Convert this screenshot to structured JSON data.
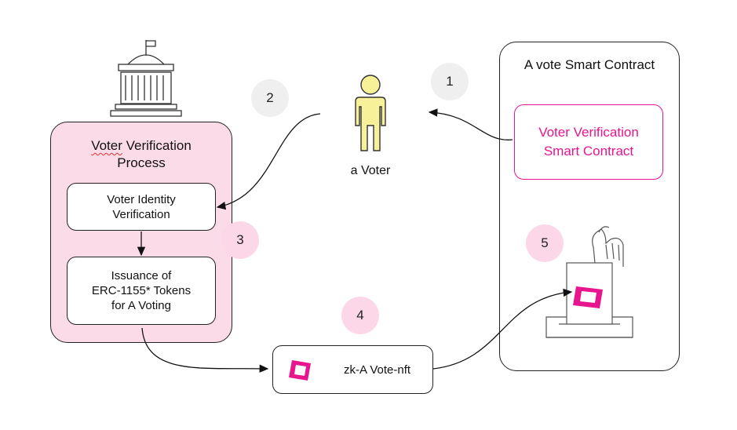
{
  "process_panel": {
    "title_word1": "Voter",
    "title_rest_line1": " Verification",
    "title_line2": "Process"
  },
  "identity_box": {
    "line1": "Voter Identity",
    "line2": "Verification"
  },
  "issuance_box": {
    "line1": "Issuance of",
    "line2": "ERC-1155* Tokens",
    "line3": "for A Voting"
  },
  "voter": {
    "label": "a Voter"
  },
  "contract_panel": {
    "title": "A vote Smart Contract"
  },
  "verification_contract": {
    "line1": "Voter Verification",
    "line2": "Smart Contract"
  },
  "nft_box": {
    "label": "zk-A Vote-nft"
  },
  "steps": [
    "1",
    "2",
    "3",
    "4",
    "5"
  ],
  "colors": {
    "accent_pink": "#e8158f",
    "panel_fill": "#fcdbe9",
    "badge_gray": "#efefef",
    "badge_pink": "#fbd7e8",
    "voter_fill": "#f7f29a"
  }
}
